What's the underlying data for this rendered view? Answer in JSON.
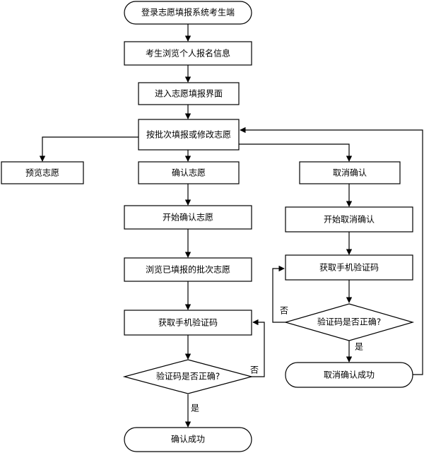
{
  "title": "",
  "nodes": {
    "start": "登录志愿填报系统考生端",
    "browse_info": "考生浏览个人报名信息",
    "enter_page": "进入志愿填报界面",
    "fill_modify": "按批次填报或修改志愿",
    "preview": "预览志愿",
    "confirm": "确认志愿",
    "cancel_confirm": "取消确认",
    "start_confirm": "开始确认志愿",
    "start_cancel": "开始取消确认",
    "browse_filled": "浏览已填报的批次志愿",
    "get_code_left": "获取手机验证码",
    "get_code_right": "获取手机验证码",
    "check_left": "验证码是否正确?",
    "check_right": "验证码是否正确?",
    "cancel_success": "取消确认成功",
    "confirm_success": "确认成功"
  },
  "edges": {
    "yes_left": "是",
    "no_left": "否",
    "yes_right": "是",
    "no_right": "否"
  }
}
